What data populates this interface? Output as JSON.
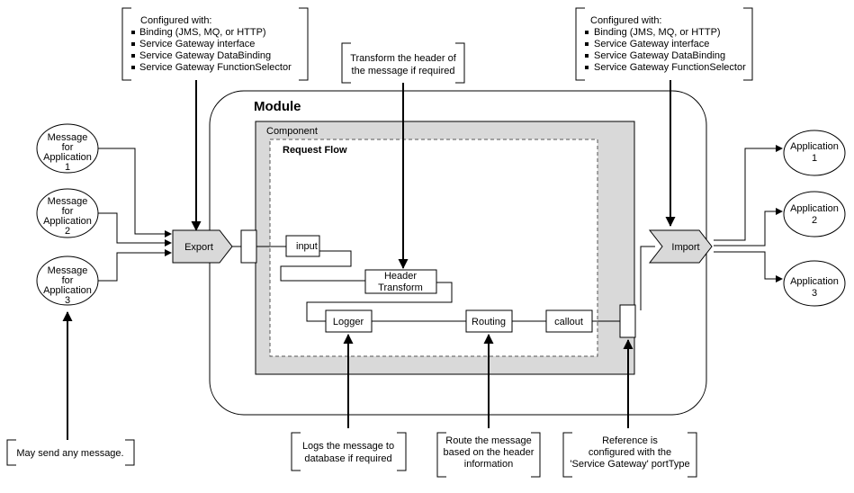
{
  "note_export": {
    "heading": "Configured with:",
    "items": [
      "Binding (JMS, MQ, or HTTP)",
      "Service Gateway interface",
      "Service Gateway DataBinding",
      "Service Gateway FunctionSelector"
    ]
  },
  "note_import": {
    "heading": "Configured with:",
    "items": [
      "Binding (JMS, MQ, or HTTP)",
      "Service Gateway interface",
      "Service Gateway DataBinding",
      "Service Gateway FunctionSelector"
    ]
  },
  "note_transform": [
    "Transform the header of",
    "the message if required"
  ],
  "note_any": "May send any message.",
  "note_logger": [
    "Logs the message to",
    "database if required"
  ],
  "note_routing": [
    "Route the message",
    "based on the header",
    "information"
  ],
  "note_reference": [
    "Reference is",
    "configured with the",
    "'Service Gateway' portType"
  ],
  "module_label": "Module",
  "component_label": "Component",
  "request_flow_label": "Request Flow",
  "messages": [
    [
      "Message",
      "for",
      "Application",
      "1"
    ],
    [
      "Message",
      "for",
      "Application",
      "2"
    ],
    [
      "Message",
      "for",
      "Application",
      "3"
    ]
  ],
  "applications": [
    [
      "Application",
      "1"
    ],
    [
      "Application",
      "2"
    ],
    [
      "Application",
      "3"
    ]
  ],
  "export_label": "Export",
  "import_label": "Import",
  "nodes": {
    "input": "input",
    "header_transform": [
      "Header",
      "Transform"
    ],
    "logger": "Logger",
    "routing": "Routing",
    "callout": "callout"
  },
  "colors": {
    "gray_fill": "#d9d9d9",
    "line": "#000000",
    "dashed": "#555555"
  }
}
